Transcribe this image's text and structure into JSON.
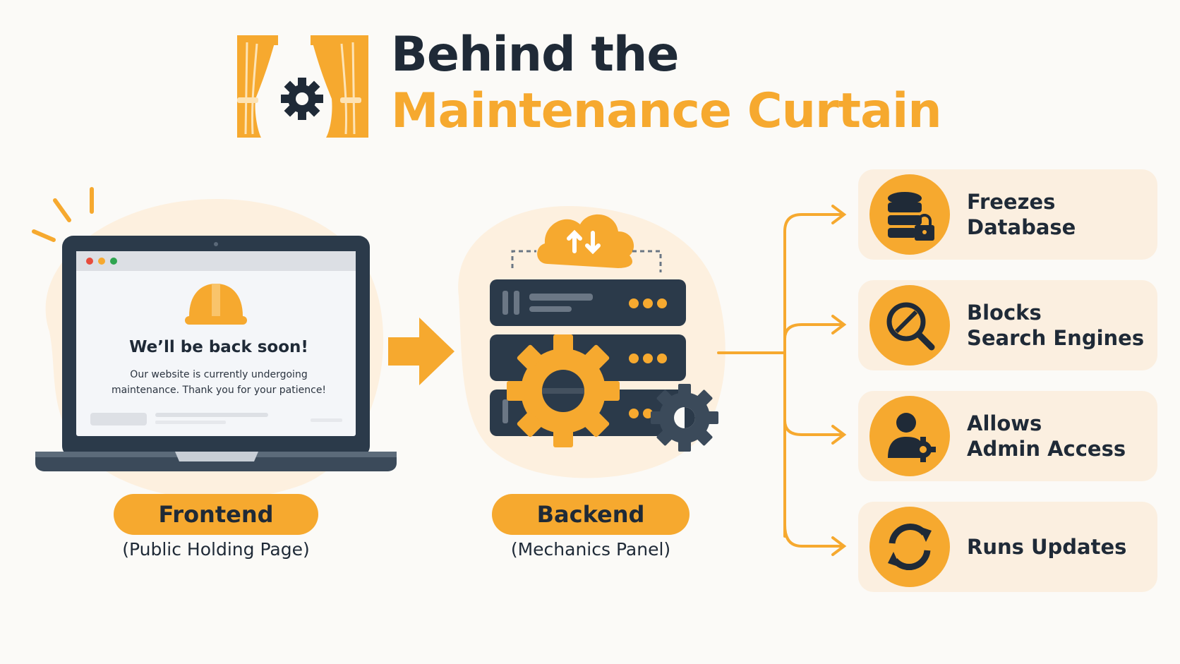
{
  "title": {
    "line1": "Behind the",
    "line2": "Maintenance Curtain"
  },
  "frontend": {
    "screen_heading": "We’ll be back soon!",
    "screen_body_line1": "Our website is currently undergoing",
    "screen_body_line2": "maintenance. Thank you for your patience!",
    "label": "Frontend",
    "sublabel": "(Public Holding Page)",
    "icon": "hard-hat-icon"
  },
  "backend": {
    "label": "Backend",
    "sublabel": "(Mechanics Panel)",
    "icon": "server-gear-icon"
  },
  "features": [
    {
      "line1": "Freezes",
      "line2": "Database",
      "icon": "database-lock-icon"
    },
    {
      "line1": "Blocks",
      "line2": "Search Engines",
      "icon": "search-blocked-icon"
    },
    {
      "line1": "Allows",
      "line2": "Admin Access",
      "icon": "admin-gear-icon"
    },
    {
      "line1": "Runs Updates",
      "line2": "",
      "icon": "refresh-icon"
    }
  ],
  "colors": {
    "accent": "#f6a92f",
    "dark": "#1f2a37",
    "card_bg": "#fbefe0",
    "blob_bg": "#fdf0df"
  }
}
